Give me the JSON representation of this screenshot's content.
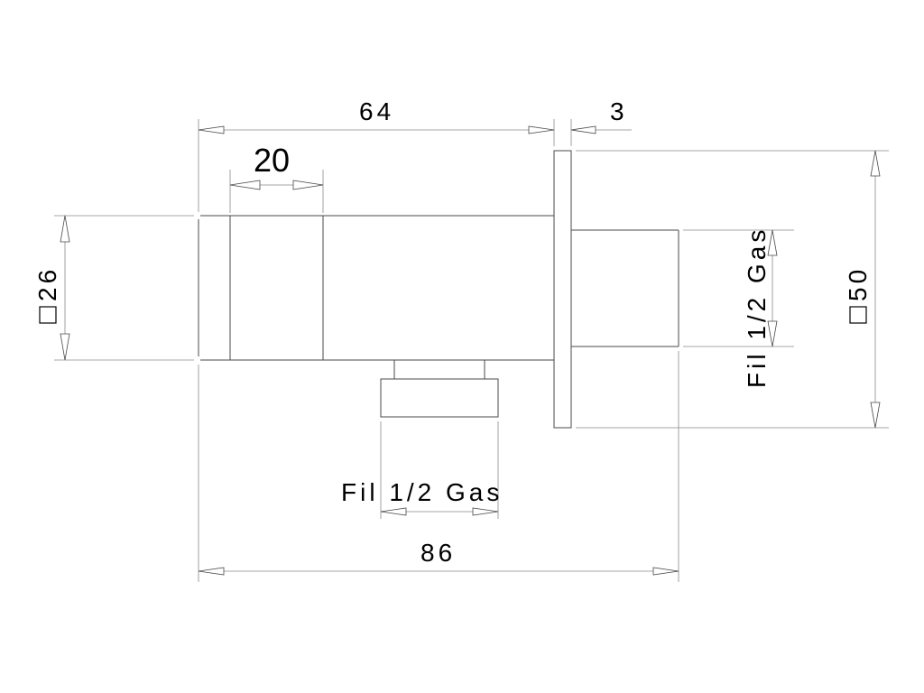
{
  "drawing": {
    "dims": {
      "overall_length": "86",
      "body_length": "64",
      "flange_thickness": "3",
      "knob_width": "20",
      "body_section": "26",
      "flange_section": "50"
    },
    "thread_bottom": "Fil 1/2 Gas",
    "thread_right": "Fil 1/2 Gas",
    "square_symbol": "square-section-symbol"
  }
}
